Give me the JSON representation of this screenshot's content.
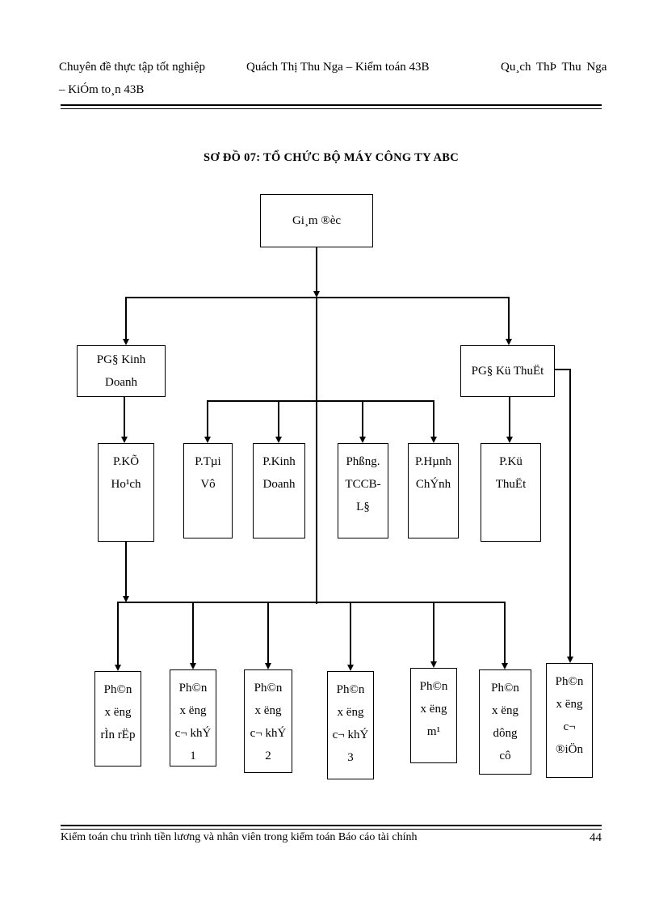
{
  "header": {
    "left_line1": "Chuyên đề thực tập tốt nghiệp",
    "center_line1": "Quách Thị Thu Nga – Kiểm toán 43B",
    "right_line1": "Qu¸ch ThÞ Thu Nga",
    "left_line2": "– KiÓm to¸n 43B"
  },
  "title": "SƠ ĐỒ 07: TỔ CHỨC BỘ MÁY CÔNG TY ABC",
  "org_chart": {
    "nodes": {
      "director": "Gi¸m ®èc",
      "deputy_business": "PG§ Kinh\nDoanh",
      "deputy_technical": "PG§ Kü ThuËt",
      "planning_dept": "P.KÕ\nHo¹ch",
      "finance_dept": "P.Tµi\nVô",
      "business_dept": "P.Kinh\nDoanh",
      "personnel_dept": "Phßng.\nTCCB-\nL§",
      "admin_dept": "P.Hµnh\nChÝnh",
      "technical_dept": "P.Kü\nThuËt",
      "workshop_forging": "Ph©n\nx ëng\nrÌn rËp",
      "workshop_mechanical_1": "Ph©n\nx ëng\nc¬ khÝ\n1",
      "workshop_mechanical_2": "Ph©n\nx ëng\nc¬ khÝ\n2",
      "workshop_mechanical_3": "Ph©n\nx ëng\nc¬ khÝ\n3",
      "workshop_plating": "Ph©n\nx ëng\nm¹",
      "workshop_tools": "Ph©n\nx ëng\ndông\ncô",
      "workshop_electrical": "Ph©n\nx ëng\nc¬\n®iÖn"
    }
  },
  "footer": {
    "text": "Kiểm toán chu trình tiền lương và nhân viên trong kiểm toán Báo cáo tài chính",
    "page_number": "44"
  }
}
